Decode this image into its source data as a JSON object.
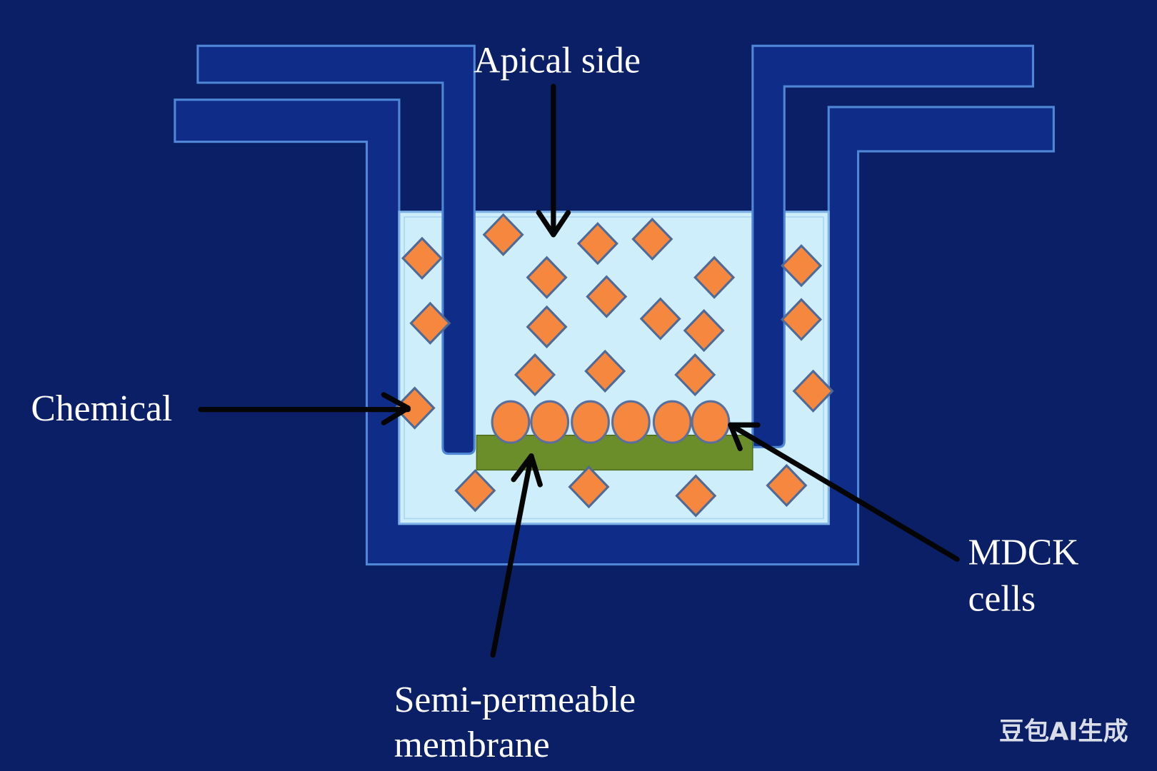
{
  "labels": {
    "apical": "Apical side",
    "chemical": "Chemical",
    "mdck_line1": "MDCK",
    "mdck_line2": "cells",
    "membrane_line1": "Semi-permeable",
    "membrane_line2": "membrane"
  },
  "watermark": "豆包AI生成",
  "colors": {
    "background": "#0b1f66",
    "vessel": "#0f2d88",
    "vessel_edge": "#4f86d6",
    "medium": "#cdeefa",
    "chemical": "#f5873f",
    "cells": "#f5873f",
    "membrane": "#6b8e2a",
    "arrows": "#050505"
  }
}
